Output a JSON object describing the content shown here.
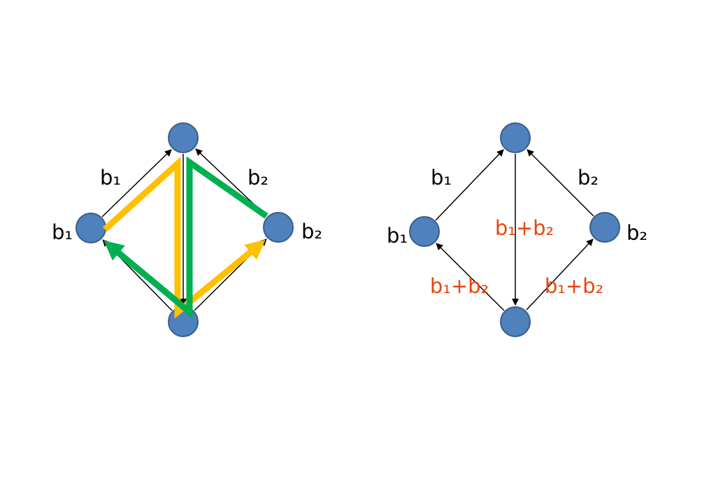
{
  "colors": {
    "background": "#ffffff",
    "node_fill": "#4f81bd",
    "node_stroke": "#385d8a",
    "edge_stroke": "#000000",
    "path_yellow": "#ffc000",
    "path_green": "#00b050",
    "label_black": "#000000",
    "label_orange": "#e8470f"
  },
  "left_graph": {
    "labels": {
      "left_node": "b₁",
      "right_node": "b₂",
      "edge_left_top": "b₁",
      "edge_right_top": "b₂"
    },
    "paths": {
      "yellow_route": "left → top → bottom → right",
      "green_route": "right → top → bottom → left"
    }
  },
  "right_graph": {
    "labels": {
      "left_node": "b₁",
      "right_node": "b₂",
      "edge_left_top": "b₁",
      "edge_right_top": "b₂",
      "edge_top_bottom": "b₁+b₂",
      "edge_bottom_left": "b₁+b₂",
      "edge_bottom_right": "b₁+b₂"
    }
  }
}
